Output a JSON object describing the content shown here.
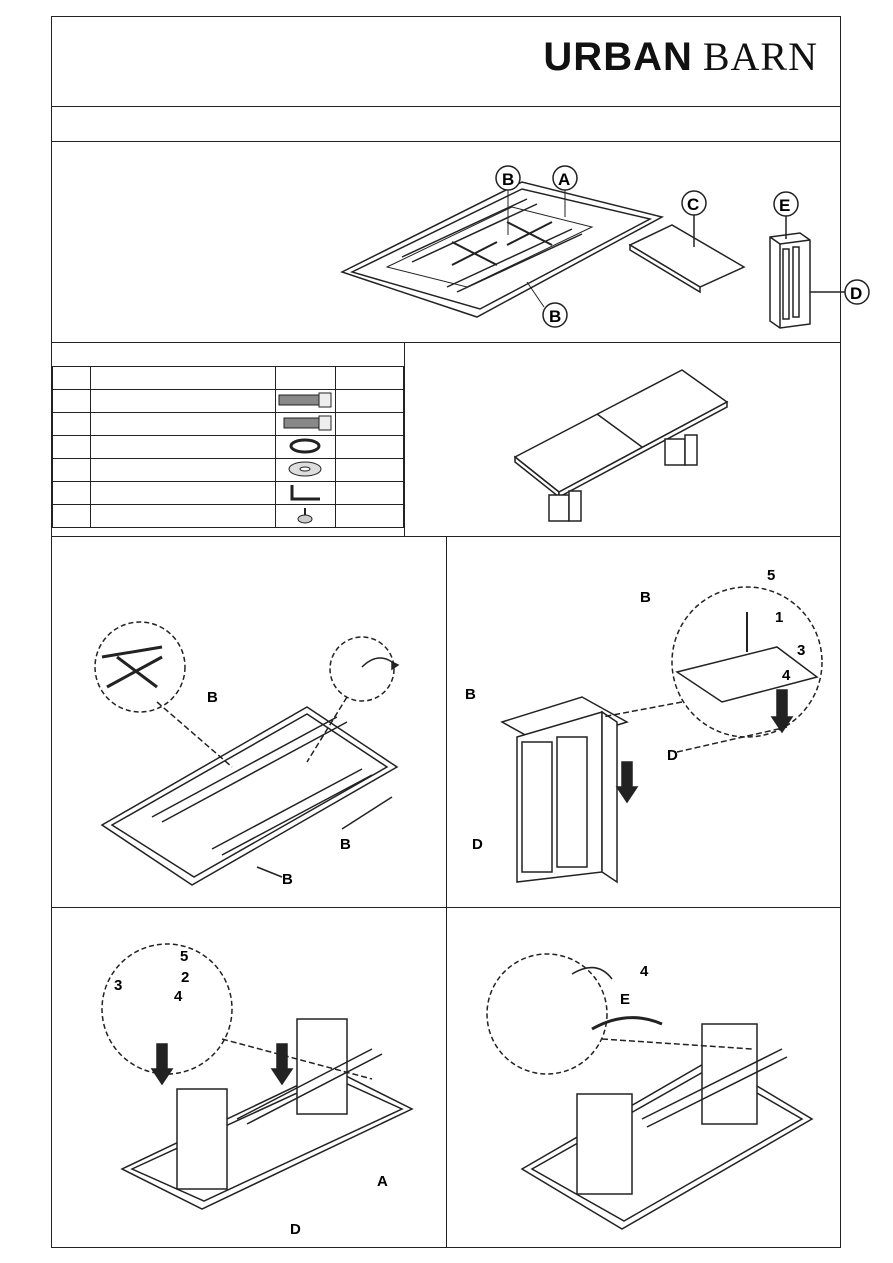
{
  "brand": {
    "word1": "URBAN",
    "word2": "BARN"
  },
  "callouts": {
    "parts": {
      "A": "A",
      "B": "B",
      "C": "C",
      "D": "D",
      "E": "E"
    },
    "step1": {
      "B_top": "B",
      "B_mid": "B",
      "B_bottom": "B"
    },
    "step2": {
      "n5": "5",
      "n1": "1",
      "n3": "3",
      "n4": "4",
      "B1": "B",
      "B2": "B",
      "D1": "D",
      "D2": "D"
    },
    "step3": {
      "n5": "5",
      "n2": "2",
      "n3": "3",
      "n4": "4",
      "A": "A",
      "D": "D"
    },
    "step4": {
      "n4": "4",
      "E": "E"
    }
  },
  "hardware": [
    {
      "id": "1",
      "icon": "long-bolt-icon"
    },
    {
      "id": "2",
      "icon": "short-bolt-icon"
    },
    {
      "id": "3",
      "icon": "spring-washer-icon"
    },
    {
      "id": "4",
      "icon": "flat-washer-icon"
    },
    {
      "id": "5",
      "icon": "allen-key-icon"
    },
    {
      "id": "6",
      "icon": "leveler-foot-icon"
    }
  ],
  "colors": {
    "line": "#222222",
    "panel": "#ffffff"
  }
}
